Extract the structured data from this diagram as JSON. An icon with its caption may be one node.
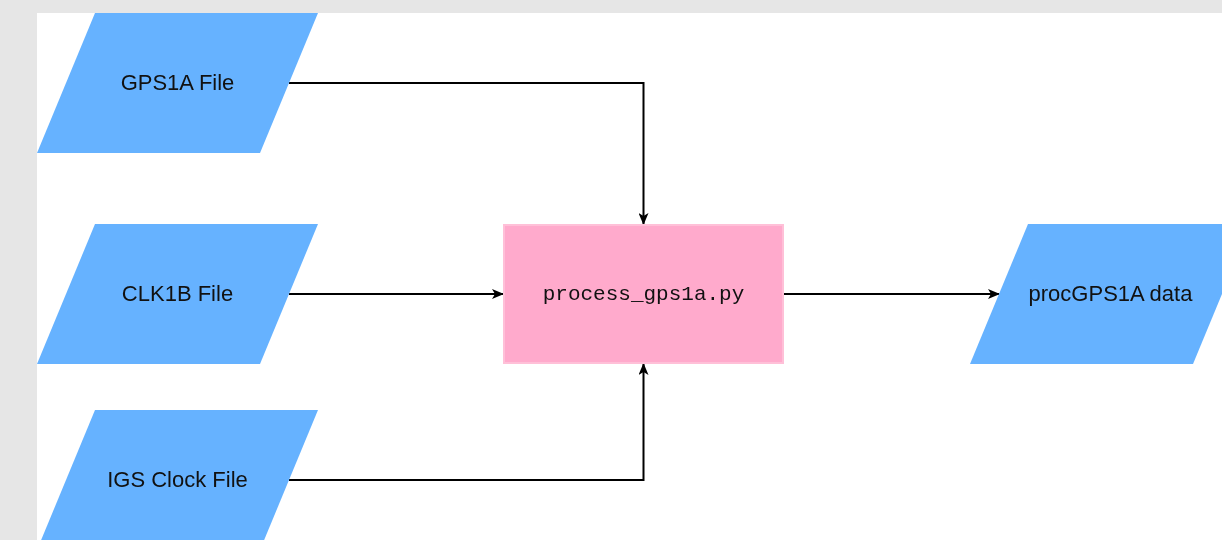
{
  "diagram": {
    "nodes": [
      {
        "text": [
          "GPS1A File"
        ]
      },
      {
        "text": [
          "CLK1B File"
        ]
      },
      {
        "text": [
          "IGS Clock File"
        ]
      },
      {
        "text": [
          "process_gps1a.py"
        ]
      },
      {
        "text": [
          "procGPS1A data"
        ]
      }
    ],
    "edges": [
      {
        "from": 0,
        "to": 3,
        "arrow": "to"
      },
      {
        "from": 1,
        "to": 3,
        "arrow": "to"
      },
      {
        "from": 2,
        "to": 3,
        "arrow": "to"
      },
      {
        "from": 3,
        "to": 4,
        "arrow": "to"
      }
    ]
  }
}
